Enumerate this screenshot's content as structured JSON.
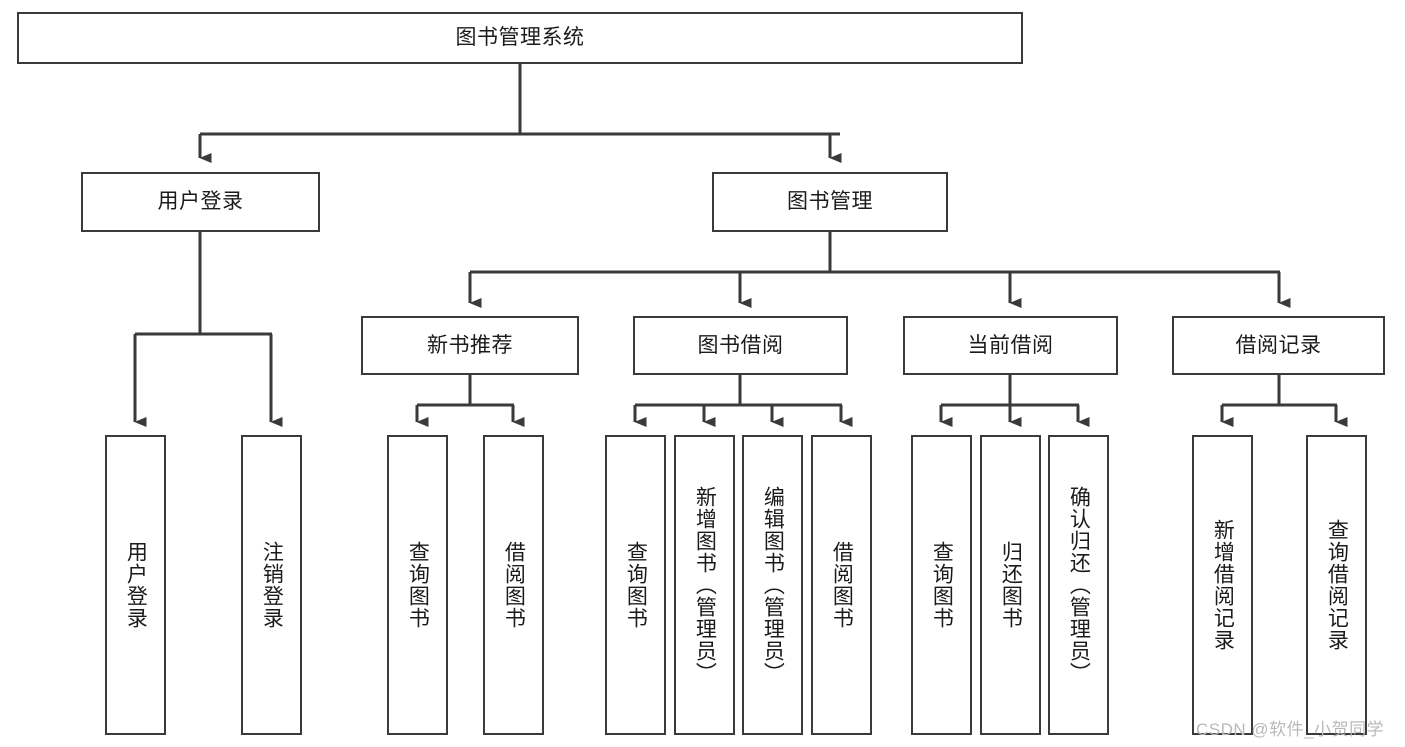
{
  "diagram": {
    "type": "hierarchy-tree",
    "orientation": "top-down",
    "title_node": {
      "id": "root",
      "label": "图书管理系统"
    },
    "level2": [
      {
        "id": "user-login",
        "label": "用户登录"
      },
      {
        "id": "book-management",
        "label": "图书管理"
      }
    ],
    "level3": [
      {
        "id": "new-book-recommend",
        "label": "新书推荐",
        "parent": "book-management"
      },
      {
        "id": "book-borrow",
        "label": "图书借阅",
        "parent": "book-management"
      },
      {
        "id": "current-borrow",
        "label": "当前借阅",
        "parent": "book-management"
      },
      {
        "id": "borrow-record",
        "label": "借阅记录",
        "parent": "book-management"
      }
    ],
    "leaves": [
      {
        "id": "leaf-user-login",
        "label": "用户登录",
        "parent": "user-login"
      },
      {
        "id": "leaf-logout-login",
        "label": "注销登录",
        "parent": "user-login"
      },
      {
        "id": "leaf-query-book-1",
        "label": "查询图书",
        "parent": "new-book-recommend"
      },
      {
        "id": "leaf-borrow-book-1",
        "label": "借阅图书",
        "parent": "new-book-recommend"
      },
      {
        "id": "leaf-query-book-2",
        "label": "查询图书",
        "parent": "book-borrow"
      },
      {
        "id": "leaf-add-book",
        "label": "新增图书（管理员）",
        "parent": "book-borrow"
      },
      {
        "id": "leaf-edit-book",
        "label": "编辑图书（管理员）",
        "parent": "book-borrow"
      },
      {
        "id": "leaf-borrow-book-2",
        "label": "借阅图书",
        "parent": "book-borrow"
      },
      {
        "id": "leaf-query-book-3",
        "label": "查询图书",
        "parent": "current-borrow"
      },
      {
        "id": "leaf-return-book",
        "label": "归还图书",
        "parent": "current-borrow"
      },
      {
        "id": "leaf-confirm-return",
        "label": "确认归还（管理员）",
        "parent": "current-borrow"
      },
      {
        "id": "leaf-add-record",
        "label": "新增借阅记录",
        "parent": "borrow-record"
      },
      {
        "id": "leaf-query-record",
        "label": "查询借阅记录",
        "parent": "borrow-record"
      }
    ],
    "watermark": "CSDN @软件_小贺同学",
    "colors": {
      "stroke": "#3a3a3a",
      "box_fill": "#ffffff",
      "text": "#1b1b1b",
      "watermark": "#b9b9b9",
      "background": "#ffffff"
    }
  }
}
